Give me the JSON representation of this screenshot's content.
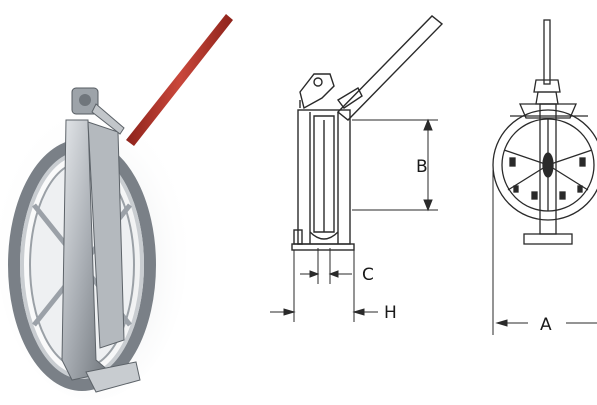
{
  "figure": {
    "photo": {
      "handle_color": "#b8342a",
      "metal_color": "#b7bcc2",
      "shadow_color": "#e6e8ea",
      "icon": "pulley-block-photo"
    },
    "side_view": {
      "icon": "pulley-side-drawing"
    },
    "front_view": {
      "icon": "pulley-front-drawing"
    },
    "dimensions": {
      "A": "A",
      "B": "B",
      "C": "C",
      "H": "H"
    },
    "line_color": "#2a2a2a"
  }
}
